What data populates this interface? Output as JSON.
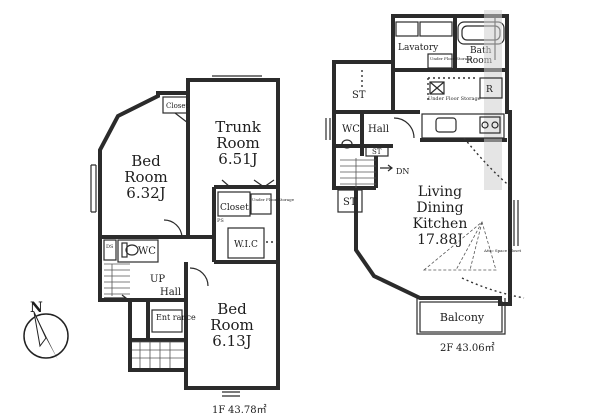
{
  "floor1": {
    "label": "1F",
    "area": "43.78㎡",
    "rooms": {
      "bed_left_name": "Bed",
      "bed_left_name2": "Room",
      "bed_left_size": "6.32J",
      "trunk_name": "Trunk",
      "trunk_name2": "Room",
      "trunk_size": "6.51J",
      "bed_bottom_name": "Bed",
      "bed_bottom_name2": "Room",
      "bed_bottom_size": "6.13J",
      "closet_top": "Closet",
      "closet_mid": "Closet",
      "under_floor": "Under Floor Storage",
      "wic": "W.I.C",
      "wc": "WC",
      "ds": "DS",
      "up": "UP",
      "hall": "Hall",
      "entrance": "Ent rance",
      "ps": "PS"
    }
  },
  "floor2": {
    "label": "2F",
    "area": "43.06㎡",
    "rooms": {
      "lavatory": "Lavatory",
      "bath": "Bath",
      "bath2": "Room",
      "under_floor_lav": "Under Floor Storage",
      "st_top": "ST",
      "under_floor_center": "Under Floor Storage",
      "r": "R",
      "wc": "WC",
      "hall": "Hall",
      "st_small": "ST",
      "dn": "DN",
      "st_bottom": "ST",
      "ldk_1": "Living",
      "ldk_2": "Dining",
      "ldk_3": "Kitchen",
      "ldk_size": "17.88J",
      "attic_note": "Attic Space Closet",
      "balcony": "Balcony"
    }
  },
  "compass": {
    "label": "N"
  },
  "icons": [
    "compass-icon",
    "toilet-icon",
    "bathtub-icon",
    "stove-icon",
    "sink-icon",
    "door-swing-icon"
  ]
}
